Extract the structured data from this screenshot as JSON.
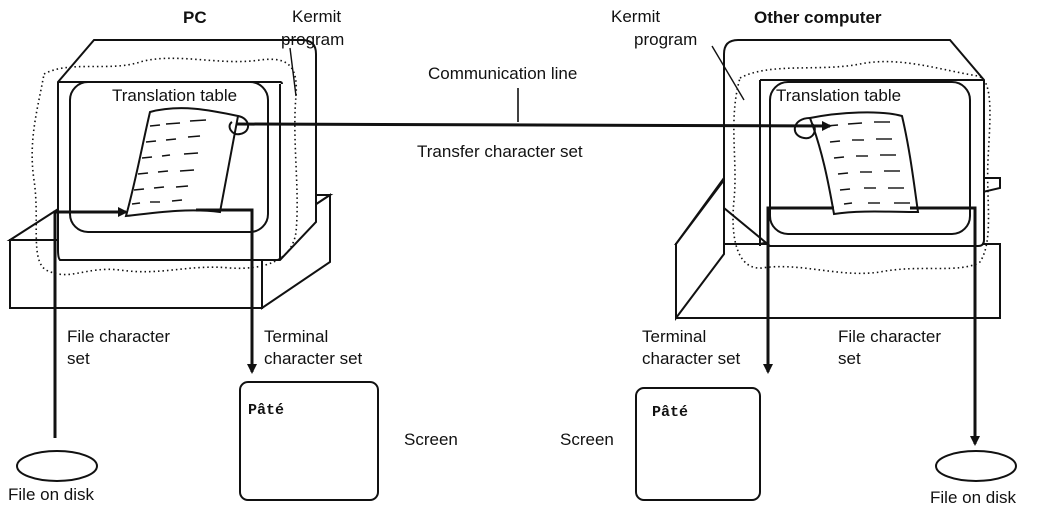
{
  "left": {
    "title": "PC",
    "kermit_label": [
      "Kermit",
      "program"
    ],
    "table_label": "Translation table",
    "file_charset_label": [
      "File character",
      "set"
    ],
    "terminal_charset_label": [
      "Terminal",
      "character set"
    ],
    "screen_text": "Pâté",
    "screen_label": "Screen",
    "disk_label": "File on disk"
  },
  "right": {
    "title": "Other computer",
    "kermit_label": [
      "Kermit",
      "program"
    ],
    "table_label": "Translation table",
    "file_charset_label": [
      "File character",
      "set"
    ],
    "terminal_charset_label": [
      "Terminal",
      "character set"
    ],
    "screen_text": "Pâté",
    "screen_label": "Screen",
    "disk_label": "File on disk"
  },
  "link": {
    "communication_label": "Communication line",
    "transfer_label": "Transfer character set"
  }
}
